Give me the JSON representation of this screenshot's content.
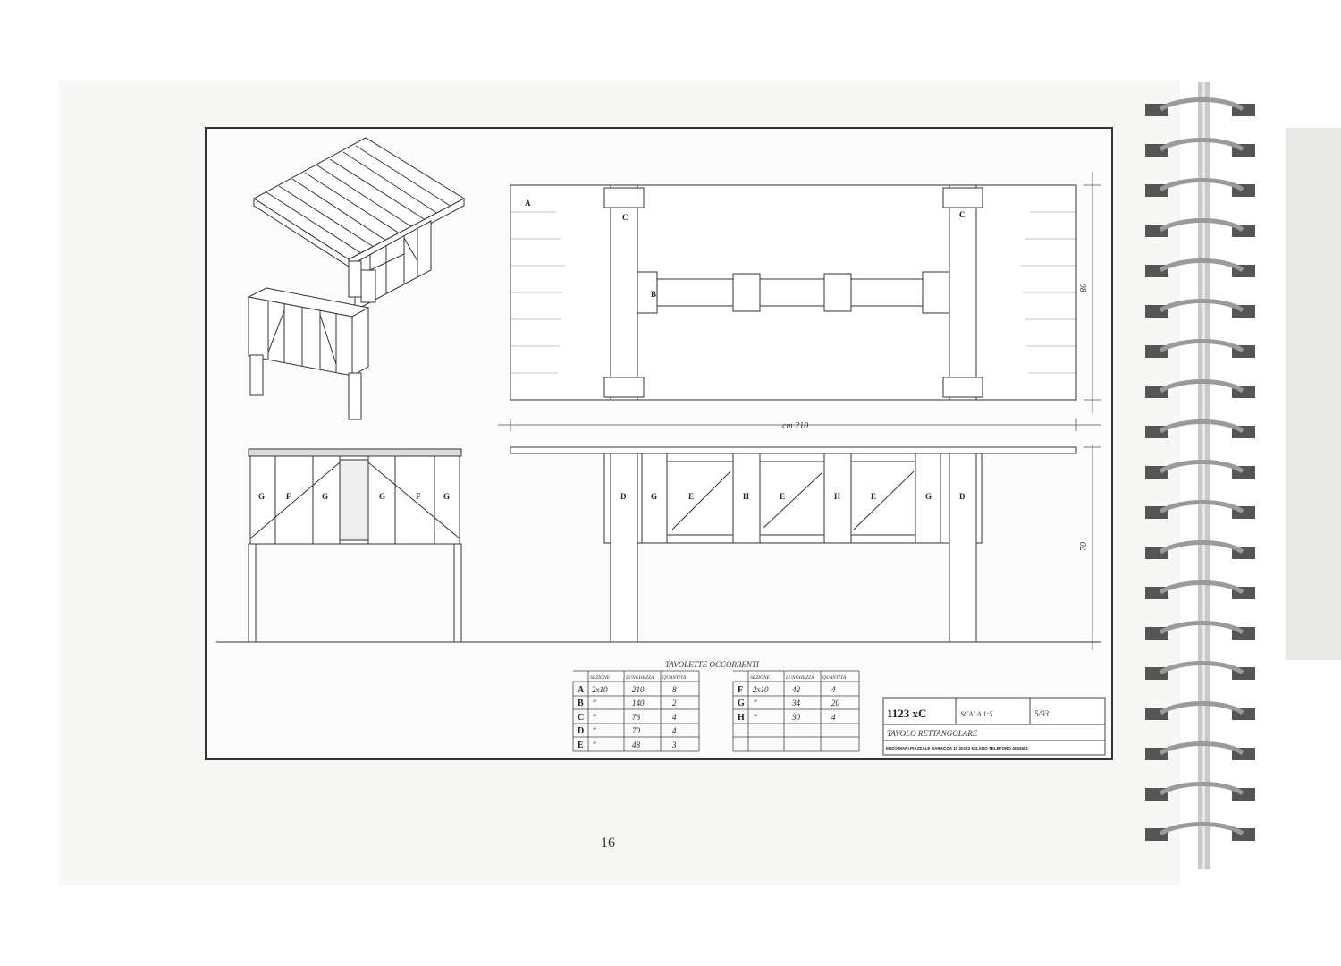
{
  "page_number": "16",
  "dimensions": {
    "length": "cm 210",
    "depth": "80",
    "height": "70"
  },
  "plan_labels": {
    "top_board": "A",
    "cross_left": "C",
    "cross_right": "C",
    "beam": "B"
  },
  "side_labels": [
    "G",
    "F",
    "G",
    "G",
    "F",
    "G"
  ],
  "front_labels": [
    "D",
    "G",
    "E",
    "H",
    "E",
    "H",
    "E",
    "G",
    "D"
  ],
  "parts_table": {
    "title": "TAVOLETTE  OCCORRENTI",
    "headers": [
      "SEZIONE",
      "LUNGHEZZA",
      "QUANTITÀ"
    ],
    "left_rows": [
      {
        "part": "A",
        "section": "2x10",
        "length": "210",
        "qty": "8"
      },
      {
        "part": "B",
        "section": "”",
        "length": "140",
        "qty": "2"
      },
      {
        "part": "C",
        "section": "”",
        "length": "76",
        "qty": "4"
      },
      {
        "part": "D",
        "section": "”",
        "length": "70",
        "qty": "4"
      },
      {
        "part": "E",
        "section": "”",
        "length": "48",
        "qty": "3"
      }
    ],
    "right_rows": [
      {
        "part": "F",
        "section": "2x10",
        "length": "42",
        "qty": "4"
      },
      {
        "part": "G",
        "section": "”",
        "length": "34",
        "qty": "20"
      },
      {
        "part": "H",
        "section": "”",
        "length": "30",
        "qty": "4"
      },
      {
        "part": "",
        "section": "",
        "length": "",
        "qty": ""
      },
      {
        "part": "",
        "section": "",
        "length": "",
        "qty": ""
      }
    ]
  },
  "title_block": {
    "code": "1123 xC",
    "scale": "SCALA 1:5",
    "date": "5/93",
    "name": "TAVOLO RETTANGOLARE",
    "footer": "ENZO MARI   PIAZZALE BARACCA 10   20123 MILANO   TELEFONO 4693651"
  }
}
